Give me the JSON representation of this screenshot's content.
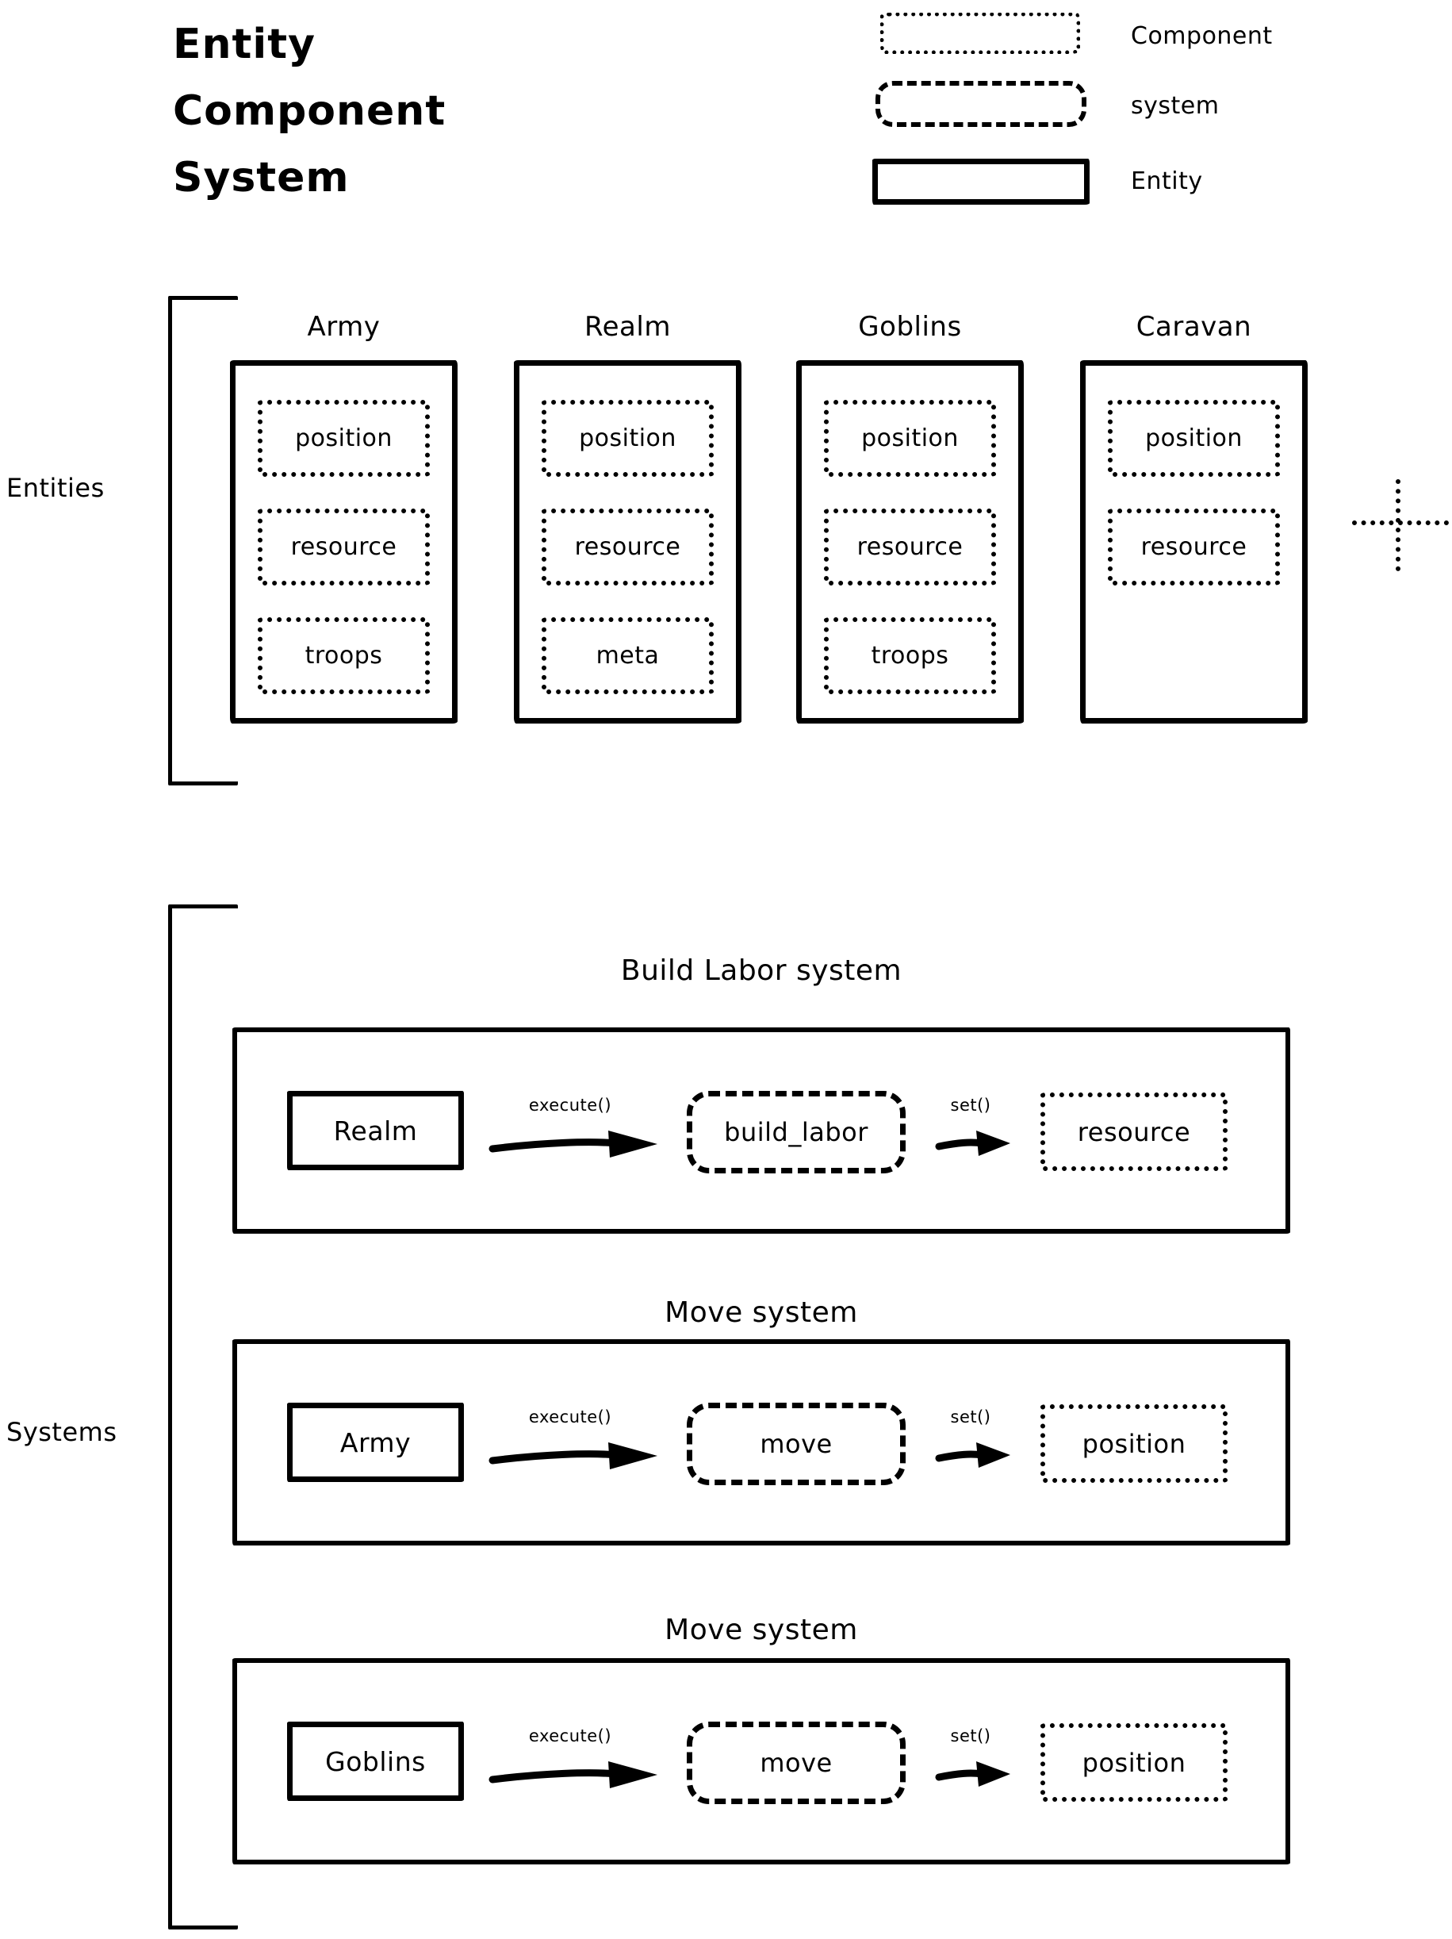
{
  "colors": {
    "ink": "#000000",
    "background": "#ffffff"
  },
  "title": {
    "lines": [
      "Entity",
      "Component",
      "System"
    ]
  },
  "legend": {
    "items": [
      {
        "label": "Component",
        "shape": "dotted-box"
      },
      {
        "label": "system",
        "shape": "dashed-box"
      },
      {
        "label": "Entity",
        "shape": "solid-box"
      }
    ]
  },
  "entities": {
    "section_label": "Entities",
    "more_icon": "dotted-plus",
    "items": [
      {
        "name": "Army",
        "components": [
          "position",
          "resource",
          "troops"
        ]
      },
      {
        "name": "Realm",
        "components": [
          "position",
          "resource",
          "meta"
        ]
      },
      {
        "name": "Goblins",
        "components": [
          "position",
          "resource",
          "troops"
        ]
      },
      {
        "name": "Caravan",
        "components": [
          "position",
          "resource"
        ]
      }
    ]
  },
  "systems": {
    "section_label": "Systems",
    "rows": [
      {
        "title": "Build Labor system",
        "entity": "Realm",
        "execute_label": "execute()",
        "system": "build_labor",
        "set_label": "set()",
        "component": "resource"
      },
      {
        "title": "Move system",
        "entity": "Army",
        "execute_label": "execute()",
        "system": "move",
        "set_label": "set()",
        "component": "position"
      },
      {
        "title": "Move system",
        "entity": "Goblins",
        "execute_label": "execute()",
        "system": "move",
        "set_label": "set()",
        "component": "position"
      }
    ]
  }
}
